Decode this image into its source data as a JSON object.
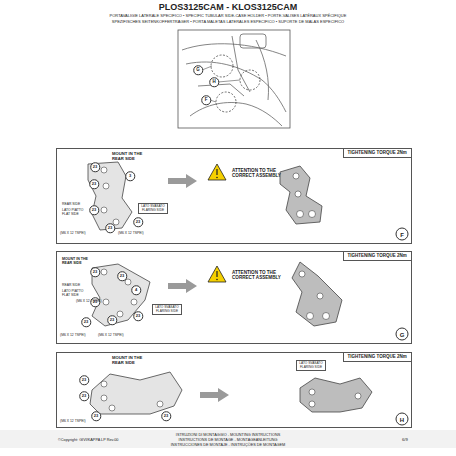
{
  "diagram": {
    "title": "PLOS3125CAM - KLOS3125CAM",
    "nodes": [
      {
        "text": [
          "TIGHTENING TORQUE 2Nm"
        ]
      },
      {
        "text": [
          "TIGHTENING TORQUE 2Nm"
        ]
      },
      {
        "text": [
          "TIGHTENING TORQUE 2Nm"
        ]
      }
    ],
    "labels": [
      "PORTAVALIGIE LATERALE SPECIFICO • SPECIFIC TUBULAR SIDE-CASE HOLDER • PORTE-VALISES LATÉRAUX SPÉCIFIQUE",
      "SPEZIFISCHES SEITENKOFFERTRÄGER • PORTA MALETAS LATERALES ESPECÍFICO • SUPORTE DE MALAS ESPECÍFICO",
      "G",
      "H",
      "F",
      "MOUNT IN THE REAR SIDE",
      "23",
      "23",
      "23",
      "23",
      "23",
      "3",
      "REAR SIDE",
      "LATO PIATTO FLAT SIDE",
      "LATO SVASATO FLARING SIDE",
      "(M6 X 12 TSPEI)",
      "(M6 X 12 TSPEI)",
      "ATTENTION TO THE CORRECT ASSEMBLY",
      "F",
      "MOUNT IN THE REAR SIDE",
      "23",
      "23",
      "23",
      "23",
      "23",
      "23",
      "4",
      "REAR SIDE",
      "LATO PIATTO FLAT SIDE",
      "LATO SVASATO FLARING SIDE",
      "(M6 X 12 TSPEI)",
      "(M6 X 12 TSPEI)",
      "(M6 X 12 TSPEI)",
      "ATTENTION TO THE CORRECT ASSEMBLY",
      "G",
      "MOUNT IN THE REAR SIDE",
      "23",
      "23",
      "23",
      "23",
      "(M6 X 12 TSPEI)",
      "LATO SVASATO FLARING SIDE",
      "H",
      "ISTRUZIONI DI MONTAGGIO - MOUNTING INSTRUCTIONS",
      "INSTRUCTIONS DE MONTAGE - MONTAGEANLEITUNG",
      "INSTRUCCIONES DE MONTAJE - INSTRUÇÕES DE MONTAGEM",
      "©Copyright: GIVI/KAPPA LP Rev.00",
      "6/9"
    ]
  }
}
